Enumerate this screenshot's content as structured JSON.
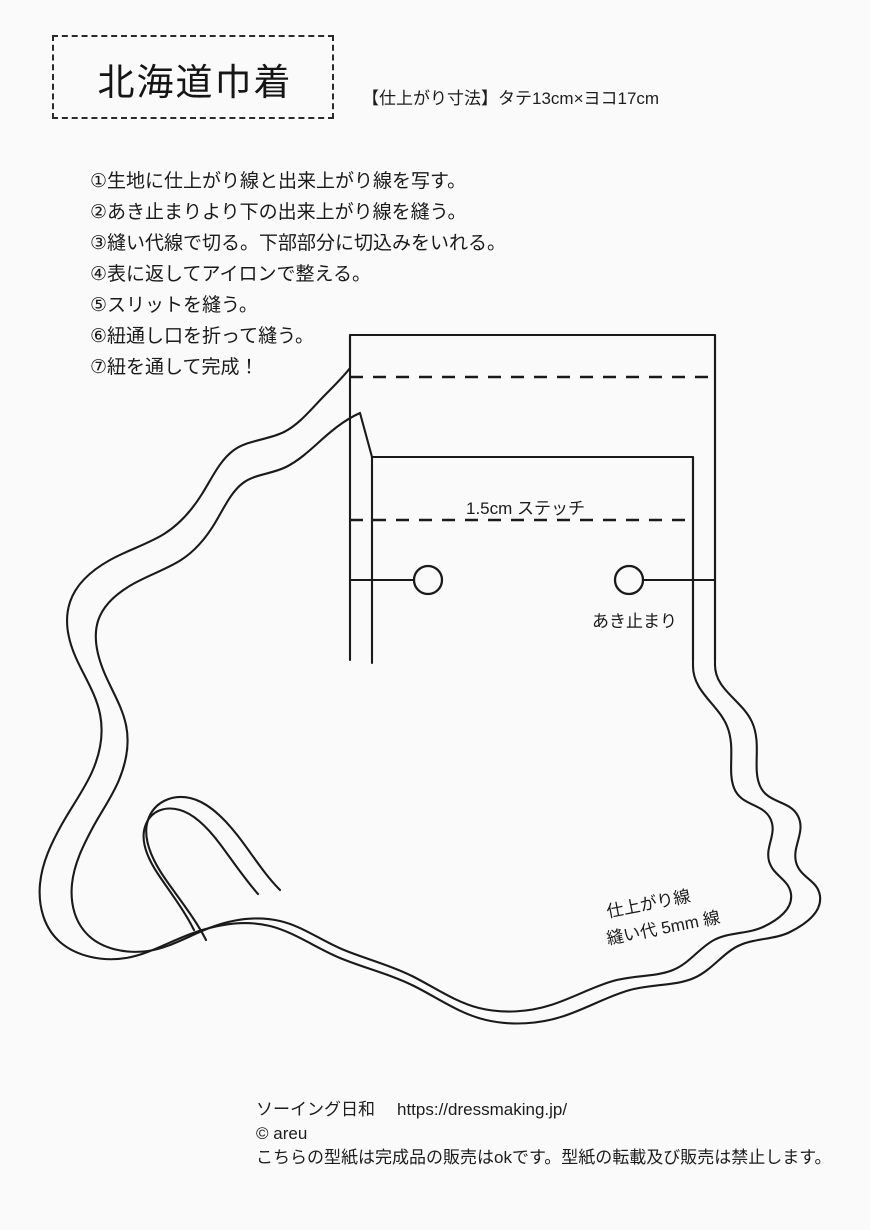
{
  "document": {
    "title": "北海道巾着",
    "size_note": "【仕上がり寸法】タテ13cm×ヨコ17cm"
  },
  "steps": [
    "①生地に仕上がり線と出来上がり線を写す。",
    "②あき止まりより下の出来上がり線を縫う。",
    "③縫い代線で切る。下部部分に切込みをいれる。",
    "④表に返してアイロンで整える。",
    "⑤スリットを縫う。",
    "⑥紐通し口を折って縫う。",
    "⑦紐を通して完成！"
  ],
  "diagram": {
    "labels": {
      "stitch": "1.5cm ステッチ",
      "opening_stop": "あき止まり",
      "finished_line": "仕上がり線",
      "seam_allowance_line": "縫い代 5mm 線"
    },
    "colors": {
      "line": "#1a1a1a",
      "background": "#fafafa"
    }
  },
  "footer": {
    "site_name": "ソーイング日和",
    "site_url": "https://dressmaking.jp/",
    "copyright": "© areu",
    "notice": "こちらの型紙は完成品の販売はokです。型紙の転載及び販売は禁止します。"
  }
}
